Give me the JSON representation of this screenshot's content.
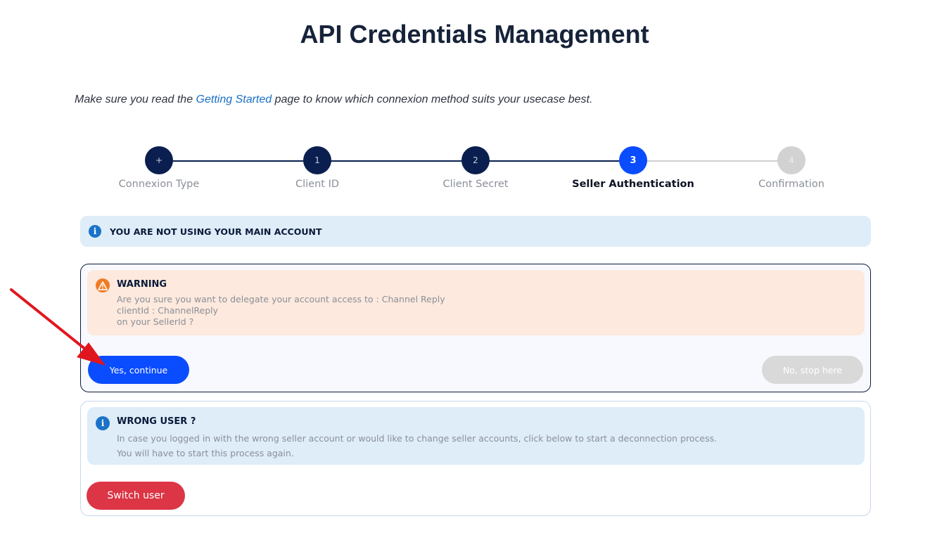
{
  "page": {
    "title": "API Credentials Management"
  },
  "intro": {
    "before": "Make sure you read the ",
    "link": "Getting Started",
    "after": " page to know which connexion method suits your usecase best."
  },
  "stepper": {
    "steps": [
      {
        "badge": "+",
        "label": "Connexion Type",
        "state": "done"
      },
      {
        "badge": "1",
        "label": "Client ID",
        "state": "done"
      },
      {
        "badge": "2",
        "label": "Client Secret",
        "state": "done"
      },
      {
        "badge": "3",
        "label": "Seller Authentication",
        "state": "active"
      },
      {
        "badge": "4",
        "label": "Confirmation",
        "state": "todo"
      }
    ]
  },
  "info_banner": {
    "icon": "info-icon",
    "text": "YOU ARE NOT USING YOUR MAIN ACCOUNT"
  },
  "warning": {
    "icon": "warning-triangle-icon",
    "title": "WARNING",
    "lines": [
      "Are you sure you want to delegate your account access to : Channel Reply",
      "clientId : ChannelReply",
      "on your SellerId ?"
    ],
    "confirm_label": "Yes, continue",
    "cancel_label": "No, stop here"
  },
  "wrong_user": {
    "icon": "info-icon",
    "title": "WRONG USER ?",
    "lines": [
      "In case you logged in with the wrong seller account or would like to change seller accounts, click below to start a deconnection process.",
      "You will have to start this process again."
    ],
    "switch_label": "Switch user"
  },
  "colors": {
    "primary": "#0a4cff",
    "navy": "#0a1f4f",
    "danger": "#dc3545",
    "warning_bg": "#fde9dd",
    "info_bg": "#deedf8",
    "annotation_arrow": "#e0161e"
  }
}
